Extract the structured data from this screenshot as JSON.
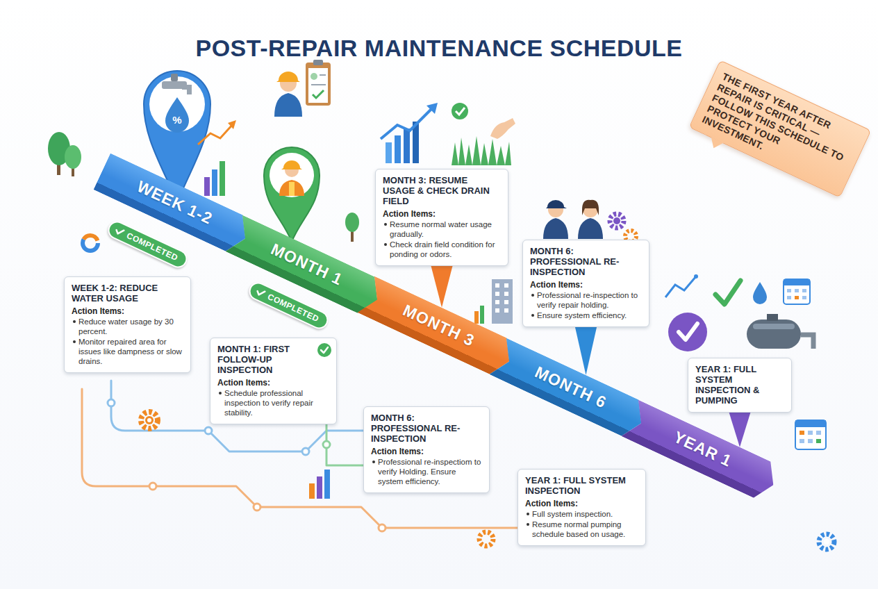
{
  "diagram": {
    "title": "POST-REPAIR MAINTENANCE SCHEDULE",
    "nodes": [
      {
        "text": [
          "WEEK 1-2"
        ]
      },
      {
        "text": [
          "COMPLETED"
        ]
      },
      {
        "text": [
          "WEEK 1-2: REDUCE WATER USAGE",
          "Action Items:",
          "Reduce water usage by 30 percent.",
          "Monitor repaired area for issues like dampness or slow drains."
        ]
      },
      {
        "text": [
          "MONTH 1"
        ]
      },
      {
        "text": [
          "COMPLETED"
        ]
      },
      {
        "text": [
          "MONTH 1: FIRST FOLLOW-UP INSPECTION",
          "Action Items:",
          "Schedule professional inspection to verify repair stability."
        ]
      },
      {
        "text": [
          "MONTH 3: RESUME USAGE & CHECK DRAIN FIELD",
          "Action Items:",
          "Resume normal water usage gradually.",
          "Check drain field condition for ponding or odors."
        ]
      },
      {
        "text": [
          "MONTH 3"
        ]
      },
      {
        "text": [
          "MONTH 6: PROFESSIONAL RE-INSPECTION",
          "Action Items:",
          "Professional re-inspection to verify repair holding.",
          "Ensure system efficiency."
        ]
      },
      {
        "text": [
          "MONTH 6: PROFESSIONAL RE-INSPECTION",
          "Action Items:",
          "Professional re-inspectiom to verify Holding. Ensure system efficiency."
        ]
      },
      {
        "text": [
          "MONTH 6"
        ]
      },
      {
        "text": [
          "YEAR 1: FULL SYSTEM INSPECTION & PUMPING"
        ]
      },
      {
        "text": [
          "YEAR 1: FULL SYSTEM INSPECTION",
          "Action Items:",
          "Full system inspection.",
          "Resume normal pumping schedule based on usage."
        ]
      },
      {
        "text": [
          "YEAR 1"
        ]
      },
      {
        "text": [
          "THE FIRST YEAR AFTER REPAIR IS CRITICAL — FOLLOW THIS SCHEDULE TO PROTECT YOUR INVESTMENT."
        ]
      }
    ],
    "edges": [
      {
        "from": 6,
        "to": 7,
        "arrow": "to"
      },
      {
        "from": 8,
        "to": 10,
        "arrow": "to"
      },
      {
        "from": 11,
        "to": 13,
        "arrow": "to"
      }
    ],
    "labels": [
      "%"
    ]
  }
}
